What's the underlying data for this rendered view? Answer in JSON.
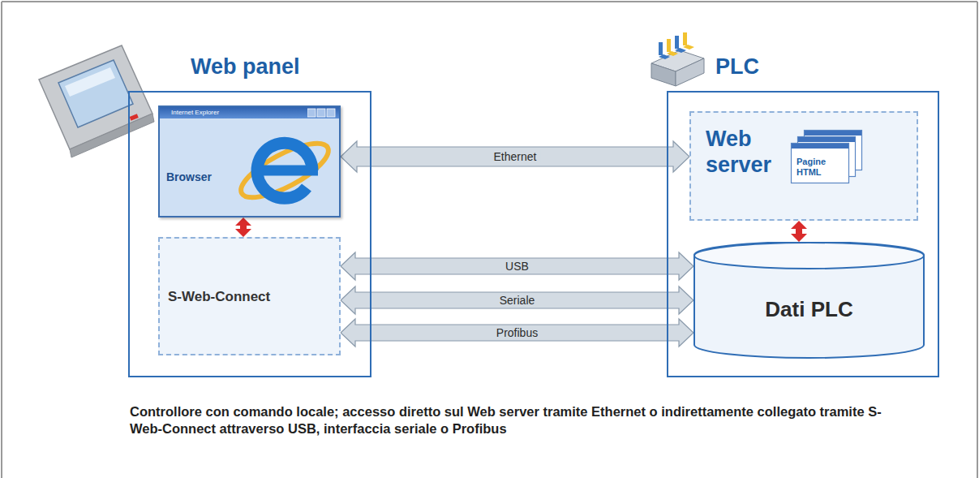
{
  "diagram": {
    "caption": "Controllore con comando locale; accesso diretto sul Web server tramite Ethernet o indirettamente collegato tramite S-Web-Connect attraverso USB, interfaccia seriale o Profibus",
    "nodes": [
      {
        "text": [
          "Web panel"
        ]
      },
      {
        "text": [
          "Internet Explorer",
          "Browser"
        ],
        "in": 0
      },
      {
        "text": [
          "S-Web-Connect"
        ],
        "in": 0
      },
      {
        "text": [
          "PLC"
        ]
      },
      {
        "text": [
          "Web server"
        ],
        "in": 3
      },
      {
        "text": [
          "Pagine HTML"
        ],
        "in": 4
      },
      {
        "text": [
          "Dati PLC"
        ],
        "in": 3
      }
    ],
    "edges": [
      {
        "from": 1,
        "to": 4,
        "label": "Ethernet",
        "arrow": "both"
      },
      {
        "from": 1,
        "to": 2,
        "arrow": "both"
      },
      {
        "from": 2,
        "to": 6,
        "label": "USB",
        "arrow": "both"
      },
      {
        "from": 2,
        "to": 6,
        "label": "Seriale",
        "arrow": "both"
      },
      {
        "from": 2,
        "to": 6,
        "label": "Profibus",
        "arrow": "both"
      },
      {
        "from": 4,
        "to": 6,
        "arrow": "both"
      }
    ]
  }
}
